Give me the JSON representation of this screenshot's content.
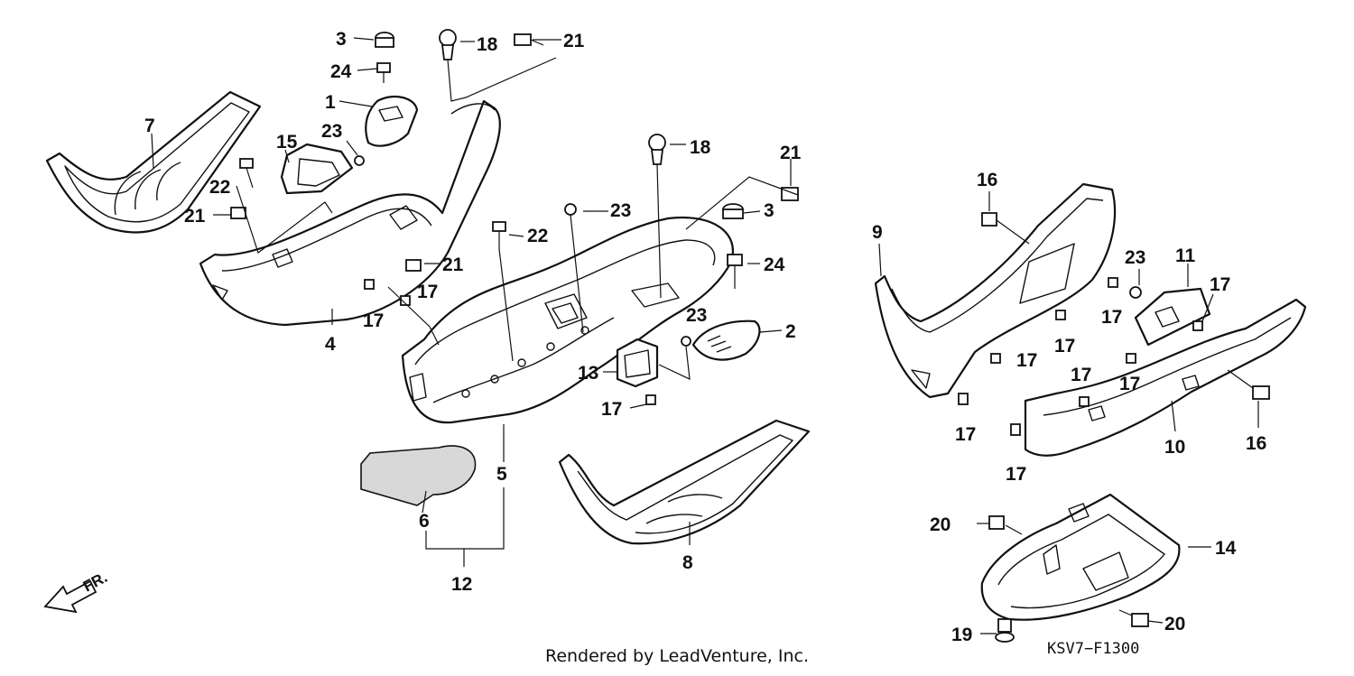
{
  "diagram": {
    "drawing_code": "KSV7−F1300",
    "credit": "Rendered by LeadVenture, Inc.",
    "front_label": "FR.",
    "callouts": {
      "c1": "1",
      "c2": "2",
      "c3a": "3",
      "c3b": "3",
      "c4": "4",
      "c5": "5",
      "c6": "6",
      "c7": "7",
      "c8": "8",
      "c9": "9",
      "c10": "10",
      "c11": "11",
      "c12": "12",
      "c13": "13",
      "c14": "14",
      "c15": "15",
      "c16a": "16",
      "c16b": "16",
      "c17a": "17",
      "c17b": "17",
      "c17c": "17",
      "c17d": "17",
      "c17e": "17",
      "c17f": "17",
      "c17g": "17",
      "c17h": "17",
      "c17i": "17",
      "c17j": "17",
      "c17k": "17",
      "c18a": "18",
      "c18b": "18",
      "c19": "19",
      "c20a": "20",
      "c20b": "20",
      "c21a": "21",
      "c21b": "21",
      "c21c": "21",
      "c21d": "21",
      "c22a": "22",
      "c22b": "22",
      "c23a": "23",
      "c23b": "23",
      "c23c": "23",
      "c23d": "23",
      "c24a": "24",
      "c24b": "24"
    }
  }
}
